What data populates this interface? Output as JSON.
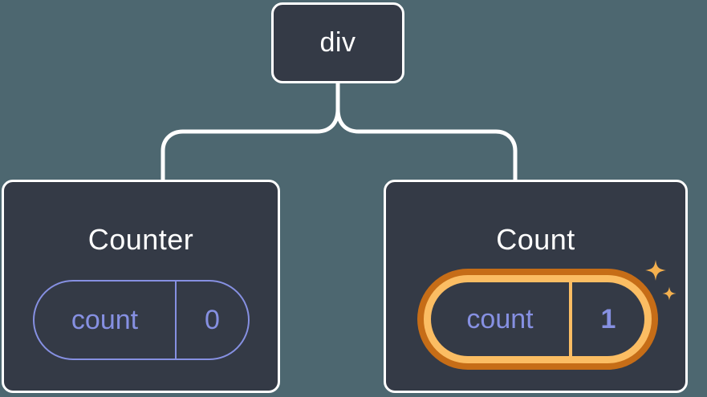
{
  "diagram": {
    "description": "React component tree diagram: a div root node with two child component cards showing state pills",
    "background_color": "#4d6770",
    "root": {
      "label": "div"
    },
    "nodes": [
      {
        "title": "Counter",
        "state": {
          "key": "count",
          "value": "0"
        },
        "highlighted": false
      },
      {
        "title": "Count",
        "state": {
          "key": "count",
          "value": "1"
        },
        "highlighted": true
      }
    ],
    "icons": [
      {
        "name": "sparkle-icon-large",
        "shape": "four-point-star",
        "color": "#f4b04f"
      },
      {
        "name": "sparkle-icon-small",
        "shape": "four-point-star",
        "color": "#f4b04f"
      }
    ],
    "colors": {
      "node_fill": "#343a46",
      "node_border": "#ffffff",
      "connector": "#ffffff",
      "state_purple": "#8690e2",
      "highlight_orange_dark": "#c66d17",
      "highlight_orange_light": "#fbbd63",
      "sparkle_orange": "#f4b04f",
      "title_text": "#ffffff"
    }
  }
}
